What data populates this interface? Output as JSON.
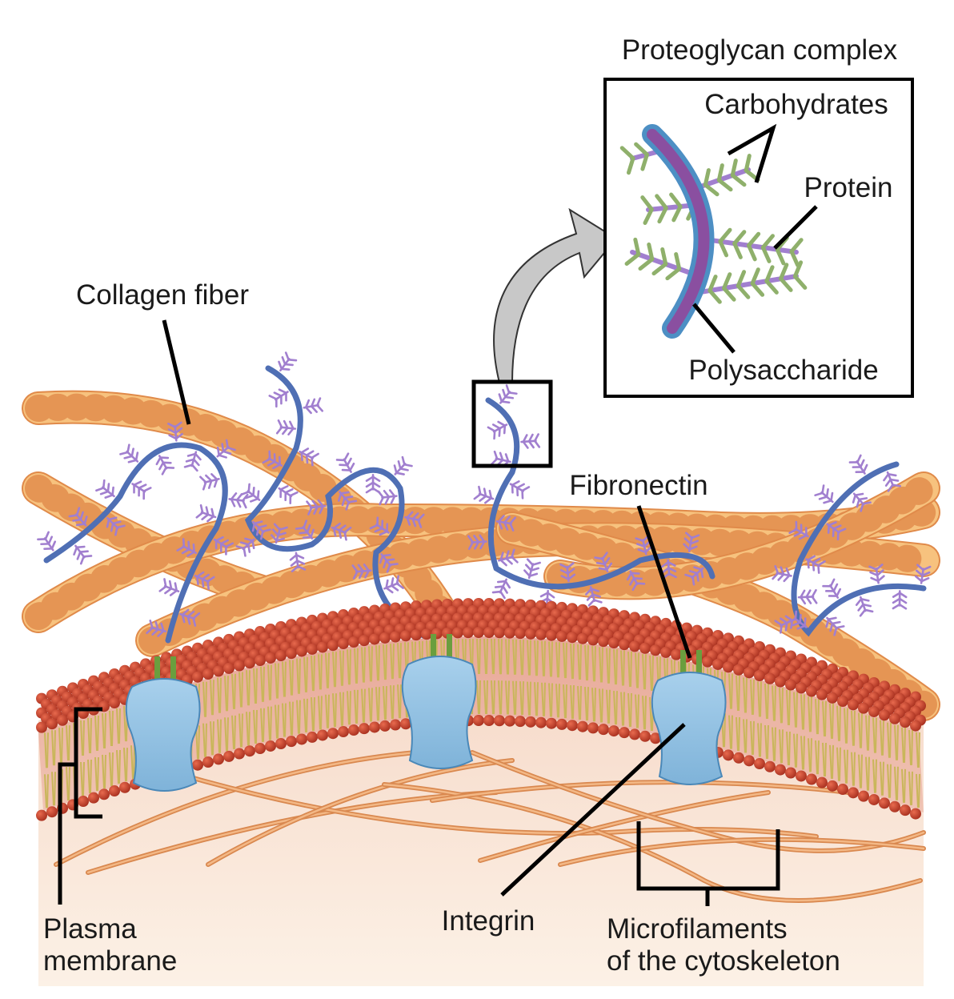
{
  "title": "Proteoglycan complex",
  "labels": {
    "proteoglycan_complex": "Proteoglycan complex",
    "carbohydrates": "Carbohydrates",
    "protein": "Protein",
    "polysaccharide": "Polysaccharide",
    "collagen_fiber": "Collagen fiber",
    "fibronectin": "Fibronectin",
    "integrin": "Integrin",
    "plasma_membrane_line1": "Plasma",
    "plasma_membrane_line2": "membrane",
    "microfilaments_line1": "Microfilaments",
    "microfilaments_line2": "of the cytoskeleton"
  },
  "colors": {
    "collagen": "#f7c27e",
    "collagen_edge": "#e08a4a",
    "fibronectin": "#4f6fb4",
    "carbohydrate_purple": "#a17fcf",
    "carbohydrate_green": "#8fb06b",
    "polysaccharide_core": "#8a4fa0",
    "protein_sheath": "#4d8fc4",
    "phospholipid_head": "#c4402a",
    "lipid_tail": "#c9b65a",
    "integrin": "#8fbfe0",
    "integrin_tab": "#6a9e3e",
    "cytoplasm": "#fbeee2",
    "microfilament": "#d9884f",
    "zoom_arrow": "#c8c8c8"
  },
  "structures": [
    "collagen-fiber",
    "fibronectin",
    "proteoglycan",
    "integrin",
    "plasma-membrane",
    "microfilaments"
  ]
}
